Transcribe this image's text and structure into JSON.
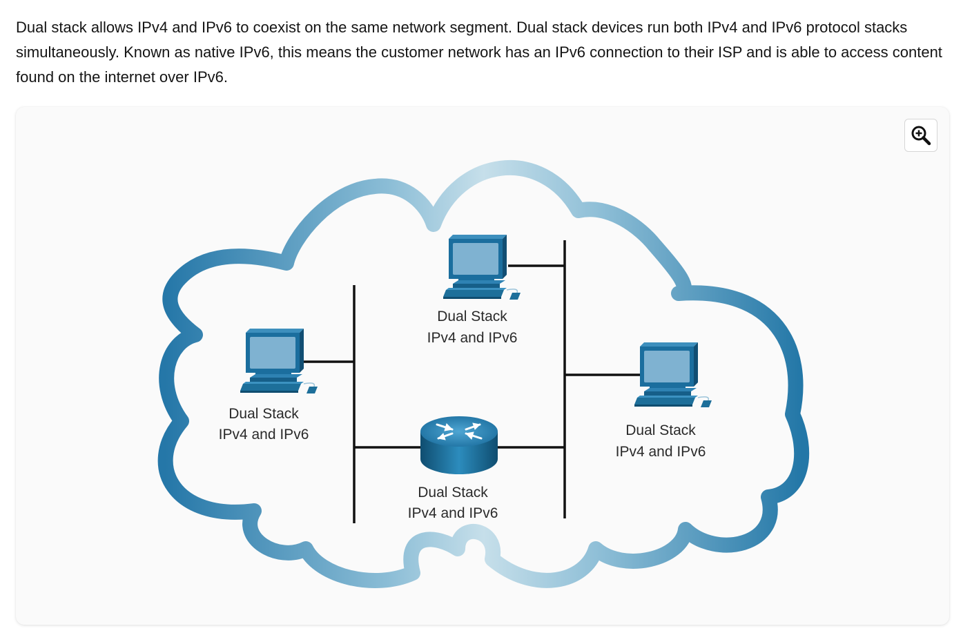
{
  "intro": {
    "text": "Dual stack allows IPv4 and IPv6 to coexist on the same network segment. Dual stack devices run both IPv4 and IPv6 protocol stacks simultaneously. Known as native IPv6, this means the customer network has an IPv6 connection to their ISP and is able to access content found on the internet over IPv6."
  },
  "figure": {
    "zoom_icon": "zoom-in-icon",
    "nodes": [
      {
        "id": "left-pc",
        "type": "pc",
        "line1": "Dual Stack",
        "line2": "IPv4 and IPv6"
      },
      {
        "id": "top-pc",
        "type": "pc",
        "line1": "Dual Stack",
        "line2": "IPv4 and IPv6"
      },
      {
        "id": "right-pc",
        "type": "pc",
        "line1": "Dual Stack",
        "line2": "IPv4 and IPv6"
      },
      {
        "id": "router",
        "type": "router",
        "line1": "Dual Stack",
        "line2": "IPv4 and IPv6"
      }
    ],
    "colors": {
      "cloud_dark": "#2a7fae",
      "cloud_light": "#c3dde9",
      "device_blue": "#1d6f9a",
      "screen_blue": "#7fb2d1"
    }
  }
}
